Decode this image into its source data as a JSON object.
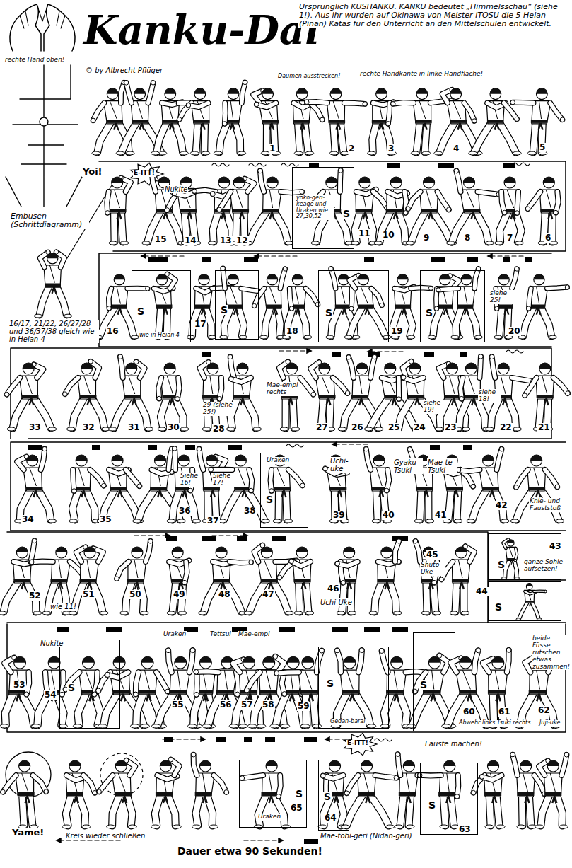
{
  "diagram": {
    "title": "Kanku-Dai",
    "nodes": [
      {
        "text": [
          "S"
        ]
      },
      {
        "text": [
          "S"
        ]
      },
      {
        "text": [
          "S"
        ]
      },
      {
        "text": [
          "S"
        ]
      },
      {
        "text": [
          "S"
        ]
      },
      {
        "text": [
          "S"
        ]
      },
      {
        "text": [
          "S"
        ]
      },
      {
        "text": [
          "S"
        ]
      },
      {
        "text": [
          "S"
        ]
      },
      {
        "text": [
          "S"
        ]
      },
      {
        "text": [
          "S"
        ]
      },
      {
        "text": [
          "S"
        ]
      },
      {
        "text": [
          "S"
        ]
      },
      {
        "text": [
          "S"
        ]
      }
    ],
    "labels": [
      "Ursprünglich KUSHANKU. KANKU bedeutet „Himmelsschau“ (siehe 1!). Aus ihr wurden auf Okinawa von Meister ITOSU die 5 Heian (Pinan) Katas für den Unterricht an den Mittelschulen entwickelt.",
      "© by Albrecht Pflüger",
      "rechte Hand oben!",
      "Daumen ausstrecken!",
      "rechte Handkante in linke Handfläche!",
      "1",
      "2",
      "3",
      "4",
      "5",
      "Yoi!",
      "E-ITT!",
      "Nukite",
      "15",
      "14",
      "13",
      "12",
      "yoko-geri-keage und Uraken wie 27,30,52",
      "11",
      "10",
      "9",
      "8",
      "7",
      "6",
      "Embusen (Schrittdiagramm)",
      "16/17, 21/22, 26/27/28 und 36/37/38 gleich wie in Heian 4",
      "16",
      "wie in Heian 4",
      "17",
      "18",
      "19",
      "siehe 25!",
      "20",
      "33",
      "32",
      "31",
      "30",
      "29 (siehe 25!)",
      "28",
      "Mae-empi rechts",
      "27",
      "26",
      "25",
      "24",
      "siehe 19!",
      "23",
      "siehe 18!",
      "22",
      "21",
      "34",
      "35",
      "36",
      "Siehe 16!",
      "Siehe 17!",
      "37",
      "38",
      "Uraken",
      "Uchi-uke",
      "39",
      "40",
      "Gyaku-Tsuki",
      "Mae-te-Tsuki",
      "41",
      "42",
      "Knie- und Fauststoß",
      "43",
      "ganze Sohle aufsetzen!",
      "52",
      "wie 11!",
      "51",
      "50",
      "49",
      "48",
      "47",
      "46",
      "Uchi-Uke",
      "45",
      "Shuto-Uke",
      "44",
      "53",
      "Nukite",
      "54",
      "Uraken",
      "Tettsui",
      "Mae-empi",
      "55",
      "56",
      "57",
      "58",
      "59",
      "Gedan-barai",
      "60",
      "61",
      "62",
      "beide Füsse rutschen etwas zusammen!",
      "Abwehr links Tsuki rechts",
      "Juji-uke",
      "Yame!",
      "Kreis wieder schließen",
      "Uraken",
      "65",
      "64",
      "E-ITT!",
      "Mae-tobi-geri (Nidan-geri)",
      "Fäuste machen!",
      "63",
      "Dauer etwa 90 Sekunden!"
    ]
  }
}
